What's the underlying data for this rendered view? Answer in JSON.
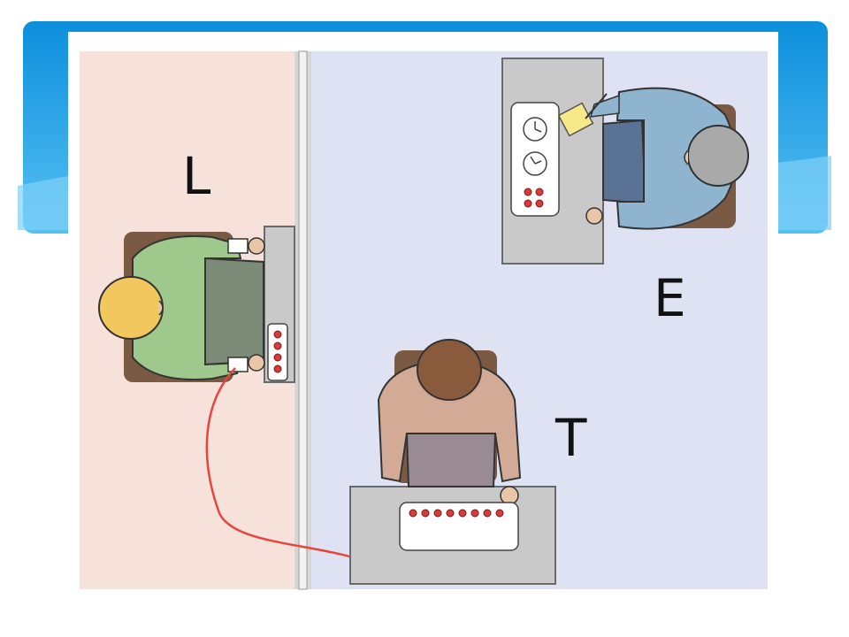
{
  "labels": {
    "learner": "L",
    "experimenter": "E",
    "teacher": "T"
  },
  "colors": {
    "slide_accent": "#1a9be0",
    "learner_room": "#f6e2db",
    "teacher_room": "#dfe2f3",
    "wall": "#c8c8c8",
    "desk": "#c9c9c9",
    "electrode_wire": "#e8453c",
    "learner_shirt": "#9fc98c",
    "learner_hair": "#f2c85e",
    "teacher_shirt": "#d3aa96",
    "teacher_hair": "#8a5a3c",
    "experimenter_shirt": "#8fb4d0",
    "experimenter_hair": "#a9a9a9",
    "chair": "#7a5a42"
  },
  "icons": [
    "clock-dial-icon",
    "clock-dial-icon",
    "button-panel-icon",
    "shock-generator-icon",
    "notepad-icon"
  ]
}
